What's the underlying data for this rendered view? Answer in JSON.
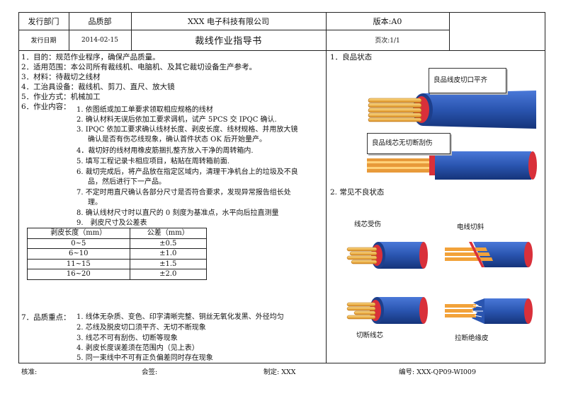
{
  "header": {
    "dept_label": "发行部门",
    "dept_value": "品质部",
    "company": "XXX 电子科技有限公司",
    "version": "版本:A0",
    "date_label": "发行日期",
    "date_value": "2014-02-15",
    "doc_title": "裁线作业指导书",
    "page": "页次:1/1"
  },
  "left": {
    "items": [
      "1．目的：规范作业程序，确保产品质量。",
      "2．适用范围：本公司所有裁线机、电脑机、及其它裁切设备生产参考。",
      "3．材料：待裁切之线材",
      "4．工治具设备：裁线机、剪刀、直尺、放大镜",
      "5．作业方式：机械加工",
      "6．作业内容："
    ],
    "steps": [
      "1. 依图纸或加工单要求领取相应规格的线材",
      "2. 确认材料无误后依加工要求调机，试产 5PCS 交 IPQC 确认.",
      "3. IPQC 依加工要求确认线材长度、剥皮长度、线材规格、并用放大镜",
      "确认是否有伤芯线现象，确认首件状态 OK 后开始量产。",
      "4．裁切好的线材用橡皮筋捆扎整齐放入干净的周转箱内.",
      "5. 填写工程记录卡相应项目，粘贴在周转箱前面.",
      "6. 裁切完成后，将产品放在指定区域内，清理干净机台上的垃圾及不良",
      "品，然后进行下一产品。",
      "7. 不定时用直尺确认各部分尺寸是否符合要求，发现异常报告组长处",
      "理。",
      "8. 确认线材尺寸时以直尺的 0 刻度为基准点，水平向后拉直测量",
      "9.　剥皮尺寸及公差表"
    ],
    "table": {
      "headers": [
        "剥皮长度（mm）",
        "公差（mm）"
      ],
      "rows": [
        [
          "0~5",
          "±0.5"
        ],
        [
          "6~10",
          "±1.0"
        ],
        [
          "11~15",
          "±1.5"
        ],
        [
          "16~20",
          "±2.0"
        ]
      ]
    },
    "quality_label": "7．品质重点：",
    "quality": [
      "1. 线体无杂质、变色、印字清晰完整、铜丝无氧化发黑、外径均匀",
      "2. 芯线及脱皮切口须平齐、无切不断现象",
      "3. 线芯不可有刮伤、切断等现象",
      "4. 剥皮长度误差须在范围内（见上表）",
      "5. 同一束线中不可有正负偏差同时存在现象"
    ]
  },
  "right": {
    "good_title": "1．良品状态",
    "good_callout_1": "良品线皮切口平齐",
    "good_callout_2": "良品线芯无切断刮伤",
    "bad_title": "2. 常见不良状态",
    "bad_labels": [
      "线芯受伤",
      "电线切斜",
      "切断线芯",
      "拉断绝缘皮"
    ]
  },
  "footer": {
    "review": "核准:",
    "sign": "会签:",
    "maker": "制定: XXX",
    "number": "编号: XXX-QP09-WI009"
  },
  "colors": {
    "jacket": "#2a55b0",
    "jacket_dark": "#1d3f8c",
    "inner": "#d9303a",
    "copper": "#f2a23a",
    "copper_light": "#ffd27a",
    "border": "#222222"
  }
}
